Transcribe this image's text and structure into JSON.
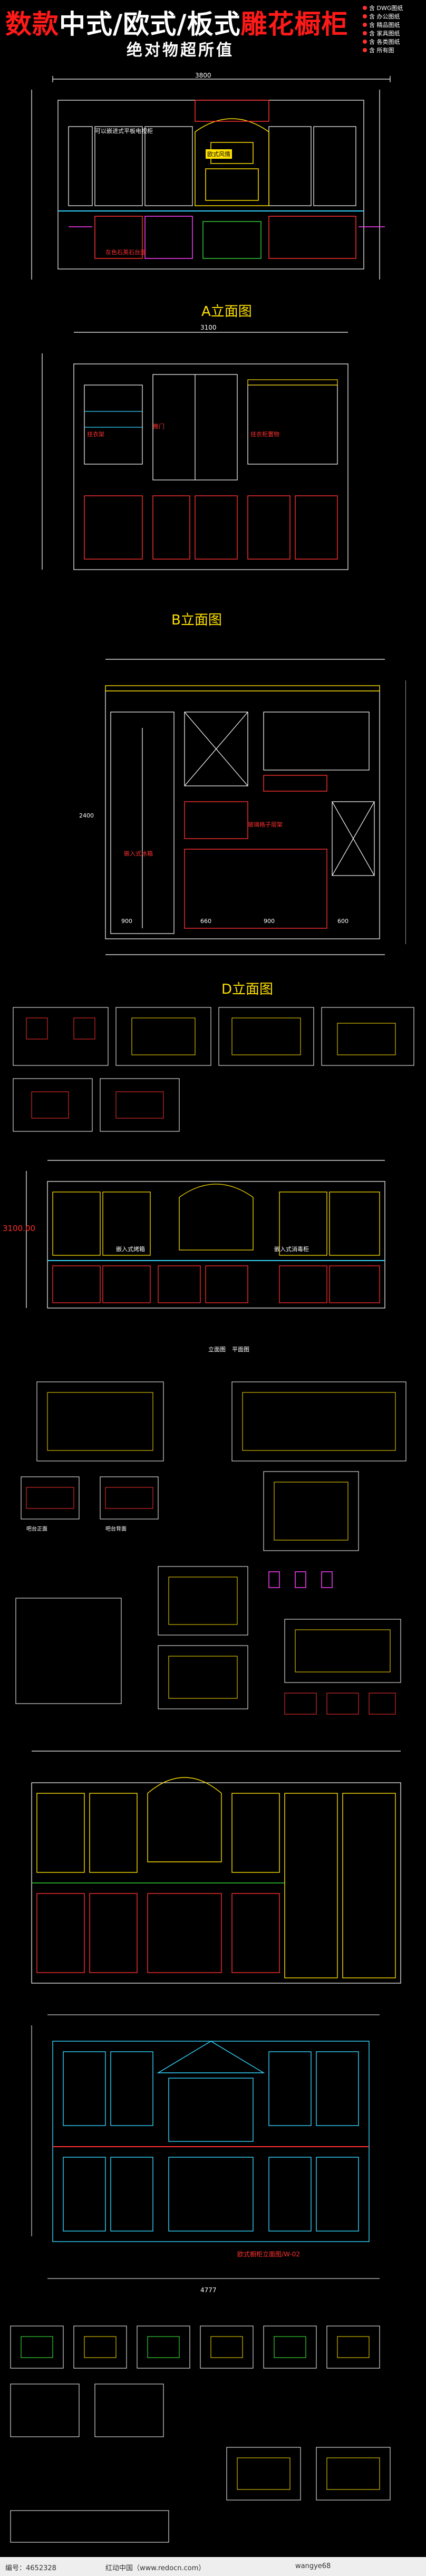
{
  "header": {
    "title_prefix": "数款",
    "title_mid": "中式/欧式/板式",
    "title_suffix": "雕花橱柜",
    "subtitle": "绝对物超所值",
    "legend": [
      "含 DWG图纸",
      "含 办公图纸",
      "含 精品图纸",
      "含 家具图纸",
      "含 各类图纸",
      "含 所有图"
    ]
  },
  "sections": {
    "a_label": "A立面图",
    "b_label": "B立面图",
    "d_label": "D立面图",
    "a_note_1": "可以嵌进式平板电视柜",
    "a_note_2": "灰色石英石台面",
    "a_tag": "欧式风情",
    "a_dim": "3800",
    "b_note_1": "挂衣架",
    "b_note_2": "推门",
    "b_note_3": "挂衣柜置物",
    "b_dim_w": "3100",
    "d_note_1": "嵌入式冰箱",
    "d_note_2": "玻璃格子层架",
    "d_dims": [
      "900",
      "660",
      "900",
      "600"
    ],
    "d_dim_h": "2400",
    "big_dim": "3100.00",
    "big_note_1": "嵌入式烤箱",
    "big_note_2": "嵌入式消毒柜",
    "row_labels": [
      "立面图",
      "平面图"
    ],
    "row2_labels": [
      "吧台正面",
      "吧台背面"
    ],
    "bottom_note": "欧式橱柜立面图/W-02",
    "bottom_dim": "4777"
  },
  "footer": {
    "id": "编号：4652328",
    "site": "红动中国（www.redocn.com）",
    "user": "wangye68"
  },
  "colors": {
    "title_red": "#ff1a1a",
    "cad_yellow": "#ffe000",
    "cad_white": "#ffffff",
    "cad_cyan": "#33d6ff",
    "cad_red": "#ff3030",
    "cad_magenta": "#ff40ff",
    "cad_green": "#40ff40"
  }
}
